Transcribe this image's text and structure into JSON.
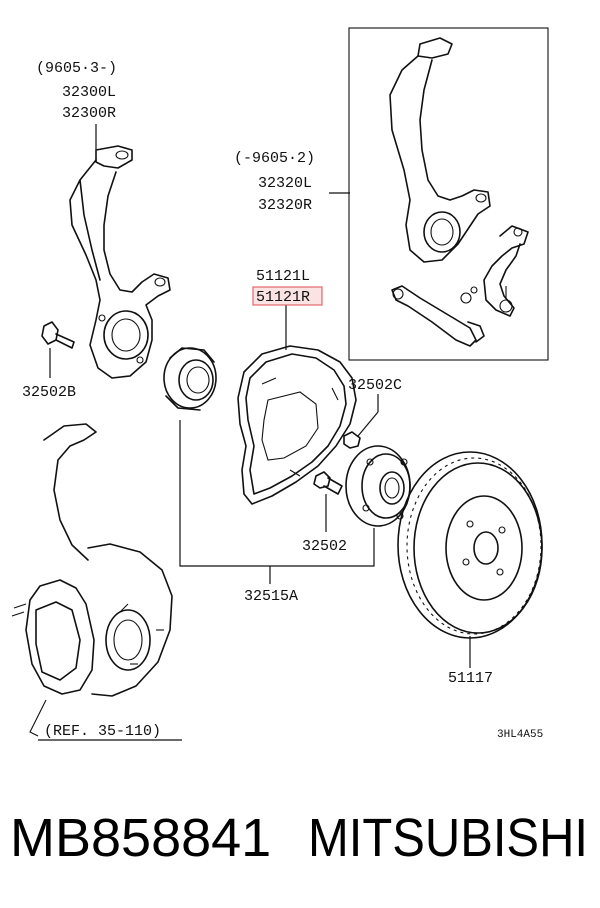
{
  "labels": {
    "knuckle_note": "(9605·3-)",
    "knuckle_l": "32300L",
    "knuckle_r": "32300R",
    "bolt_b": "32502B",
    "inset_note": "(-9605·2)",
    "inset_l": "32320L",
    "inset_r": "32320R",
    "shield_l": "51121L",
    "shield_r": "51121R",
    "bolt_c": "32502C",
    "bolt": "32502",
    "hub_assy": "32515A",
    "rotor": "51117",
    "ref": "(REF. 35-110)",
    "code": "3HL4A55"
  },
  "highlight_color": "#e06a6a",
  "footer": {
    "part_number": "MB858841",
    "brand": "MITSUBISHI"
  }
}
